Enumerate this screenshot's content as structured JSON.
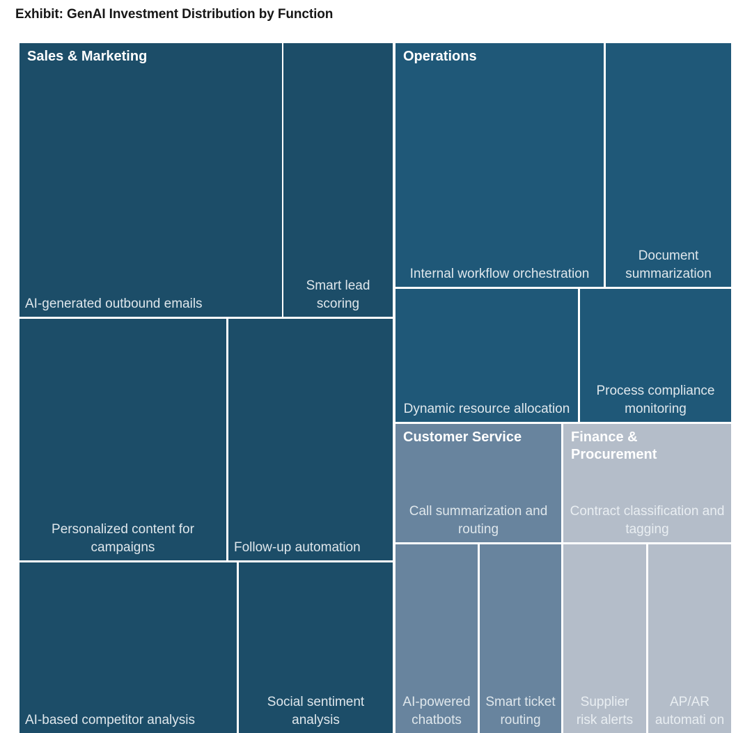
{
  "title": "Exhibit: GenAI Investment Distribution by Function",
  "colors": {
    "sales_marketing": "#1c4d68",
    "operations": "#1f5878",
    "customer_service": "#68849e",
    "finance_procurement": "#b4bdc9",
    "background": "#ffffff",
    "gap": "#ffffff",
    "title_text": "#161616",
    "group_label_text": "#ffffff",
    "leaf_label_text": "#dfe7ec"
  },
  "chart_data": {
    "type": "treemap",
    "title": "Exhibit: GenAI Investment Distribution by Function",
    "xlabel": "",
    "ylabel": "",
    "legend": "none",
    "grid": false,
    "value_unit": "relative area share",
    "groups": [
      {
        "name": "Sales & Marketing",
        "color": "#1c4d68",
        "children": [
          {
            "label": "AI-generated outbound emails",
            "value": 28
          },
          {
            "label": "Smart lead scoring",
            "value": 9
          },
          {
            "label": "Personalized content for campaigns",
            "value": 17
          },
          {
            "label": "Follow-up automation",
            "value": 15
          },
          {
            "label": "AI-based competitor analysis",
            "value": 11
          },
          {
            "label": "Social sentiment analysis",
            "value": 8
          }
        ]
      },
      {
        "name": "Operations",
        "color": "#1f5878",
        "children": [
          {
            "label": "Internal workflow orchestration",
            "value": 22
          },
          {
            "label": "Document summarization",
            "value": 11
          },
          {
            "label": "Dynamic resource allocation",
            "value": 11
          },
          {
            "label": "Process compliance monitoring",
            "value": 8
          }
        ]
      },
      {
        "name": "Customer Service",
        "color": "#68849e",
        "children": [
          {
            "label": "Call summarization and routing",
            "value": 9
          },
          {
            "label": "AI-powered chatbots",
            "value": 4
          },
          {
            "label": "Smart ticket routing",
            "value": 4
          }
        ]
      },
      {
        "name": "Finance & Procurement",
        "color": "#b4bdc9",
        "children": [
          {
            "label": "Contract classification and tagging",
            "value": 8
          },
          {
            "label": "Supplier risk alerts",
            "value": 4
          },
          {
            "label": "AP/AR automation",
            "value": 4
          }
        ]
      }
    ]
  },
  "tiles": {
    "sm_group": "Sales & Marketing",
    "sm_emails": "AI-generated outbound emails",
    "sm_lead": "Smart lead scoring",
    "sm_content": "Personalized content for campaigns",
    "sm_followup": "Follow-up automation",
    "sm_competitor": "AI-based competitor analysis",
    "sm_sentiment": "Social sentiment analysis",
    "ops_group": "Operations",
    "ops_workflow": "Internal workflow orchestration",
    "ops_document": "Document summarization",
    "ops_dynamic": "Dynamic resource allocation",
    "ops_process": "Process compliance monitoring",
    "cs_group": "Customer Service",
    "cs_call": "Call summarization and routing",
    "cs_chatbots": "AI-powered chatbots",
    "cs_ticket": "Smart ticket routing",
    "fp_group": "Finance & Procurement",
    "fp_contract": "Contract classification and tagging",
    "fp_supplier": "Supplier risk alerts",
    "fp_apar": "AP/AR automati on"
  }
}
